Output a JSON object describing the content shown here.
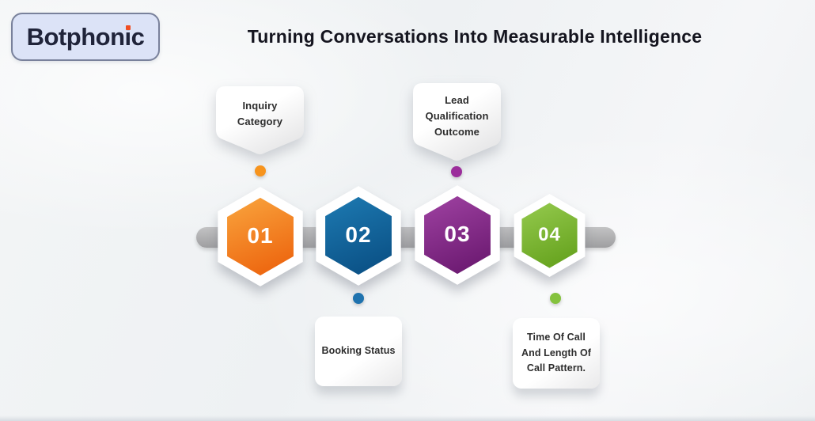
{
  "brand": {
    "name_prefix": "Botphon",
    "name_i": "i",
    "name_suffix": "c",
    "logo_bg": "#dce3f7",
    "logo_border": "#79819b",
    "logo_text_color": "#20243a",
    "i_dot_color": "#f04e23"
  },
  "header": {
    "title": "Turning Conversations Into Measurable Intelligence",
    "title_color": "#15151f"
  },
  "timeline": {
    "bar_color": "#a9a9aa",
    "background_color": "#f0f2f4",
    "steps": [
      {
        "number": "01",
        "label": "Inquiry Category",
        "callout_position": "above",
        "color": "#f6821f",
        "color_light": "#f9a53e",
        "color_dark": "#ee6a12",
        "dot": "#f7941d"
      },
      {
        "number": "02",
        "label": "Booking Status",
        "callout_position": "below",
        "color": "#15689e",
        "color_light": "#1d7ab2",
        "color_dark": "#0c5489",
        "dot": "#1f72ae"
      },
      {
        "number": "03",
        "label": "Lead Qualification Outcome",
        "callout_position": "above",
        "color": "#8c2d8c",
        "color_light": "#9f42a2",
        "color_dark": "#701d75",
        "dot": "#9b2d9b"
      },
      {
        "number": "04",
        "label": "Time Of Call And Length Of Call Pattern.",
        "callout_position": "below",
        "color": "#7fba33",
        "color_light": "#95ca4e",
        "color_dark": "#6aa622",
        "dot": "#84c23d"
      }
    ]
  }
}
